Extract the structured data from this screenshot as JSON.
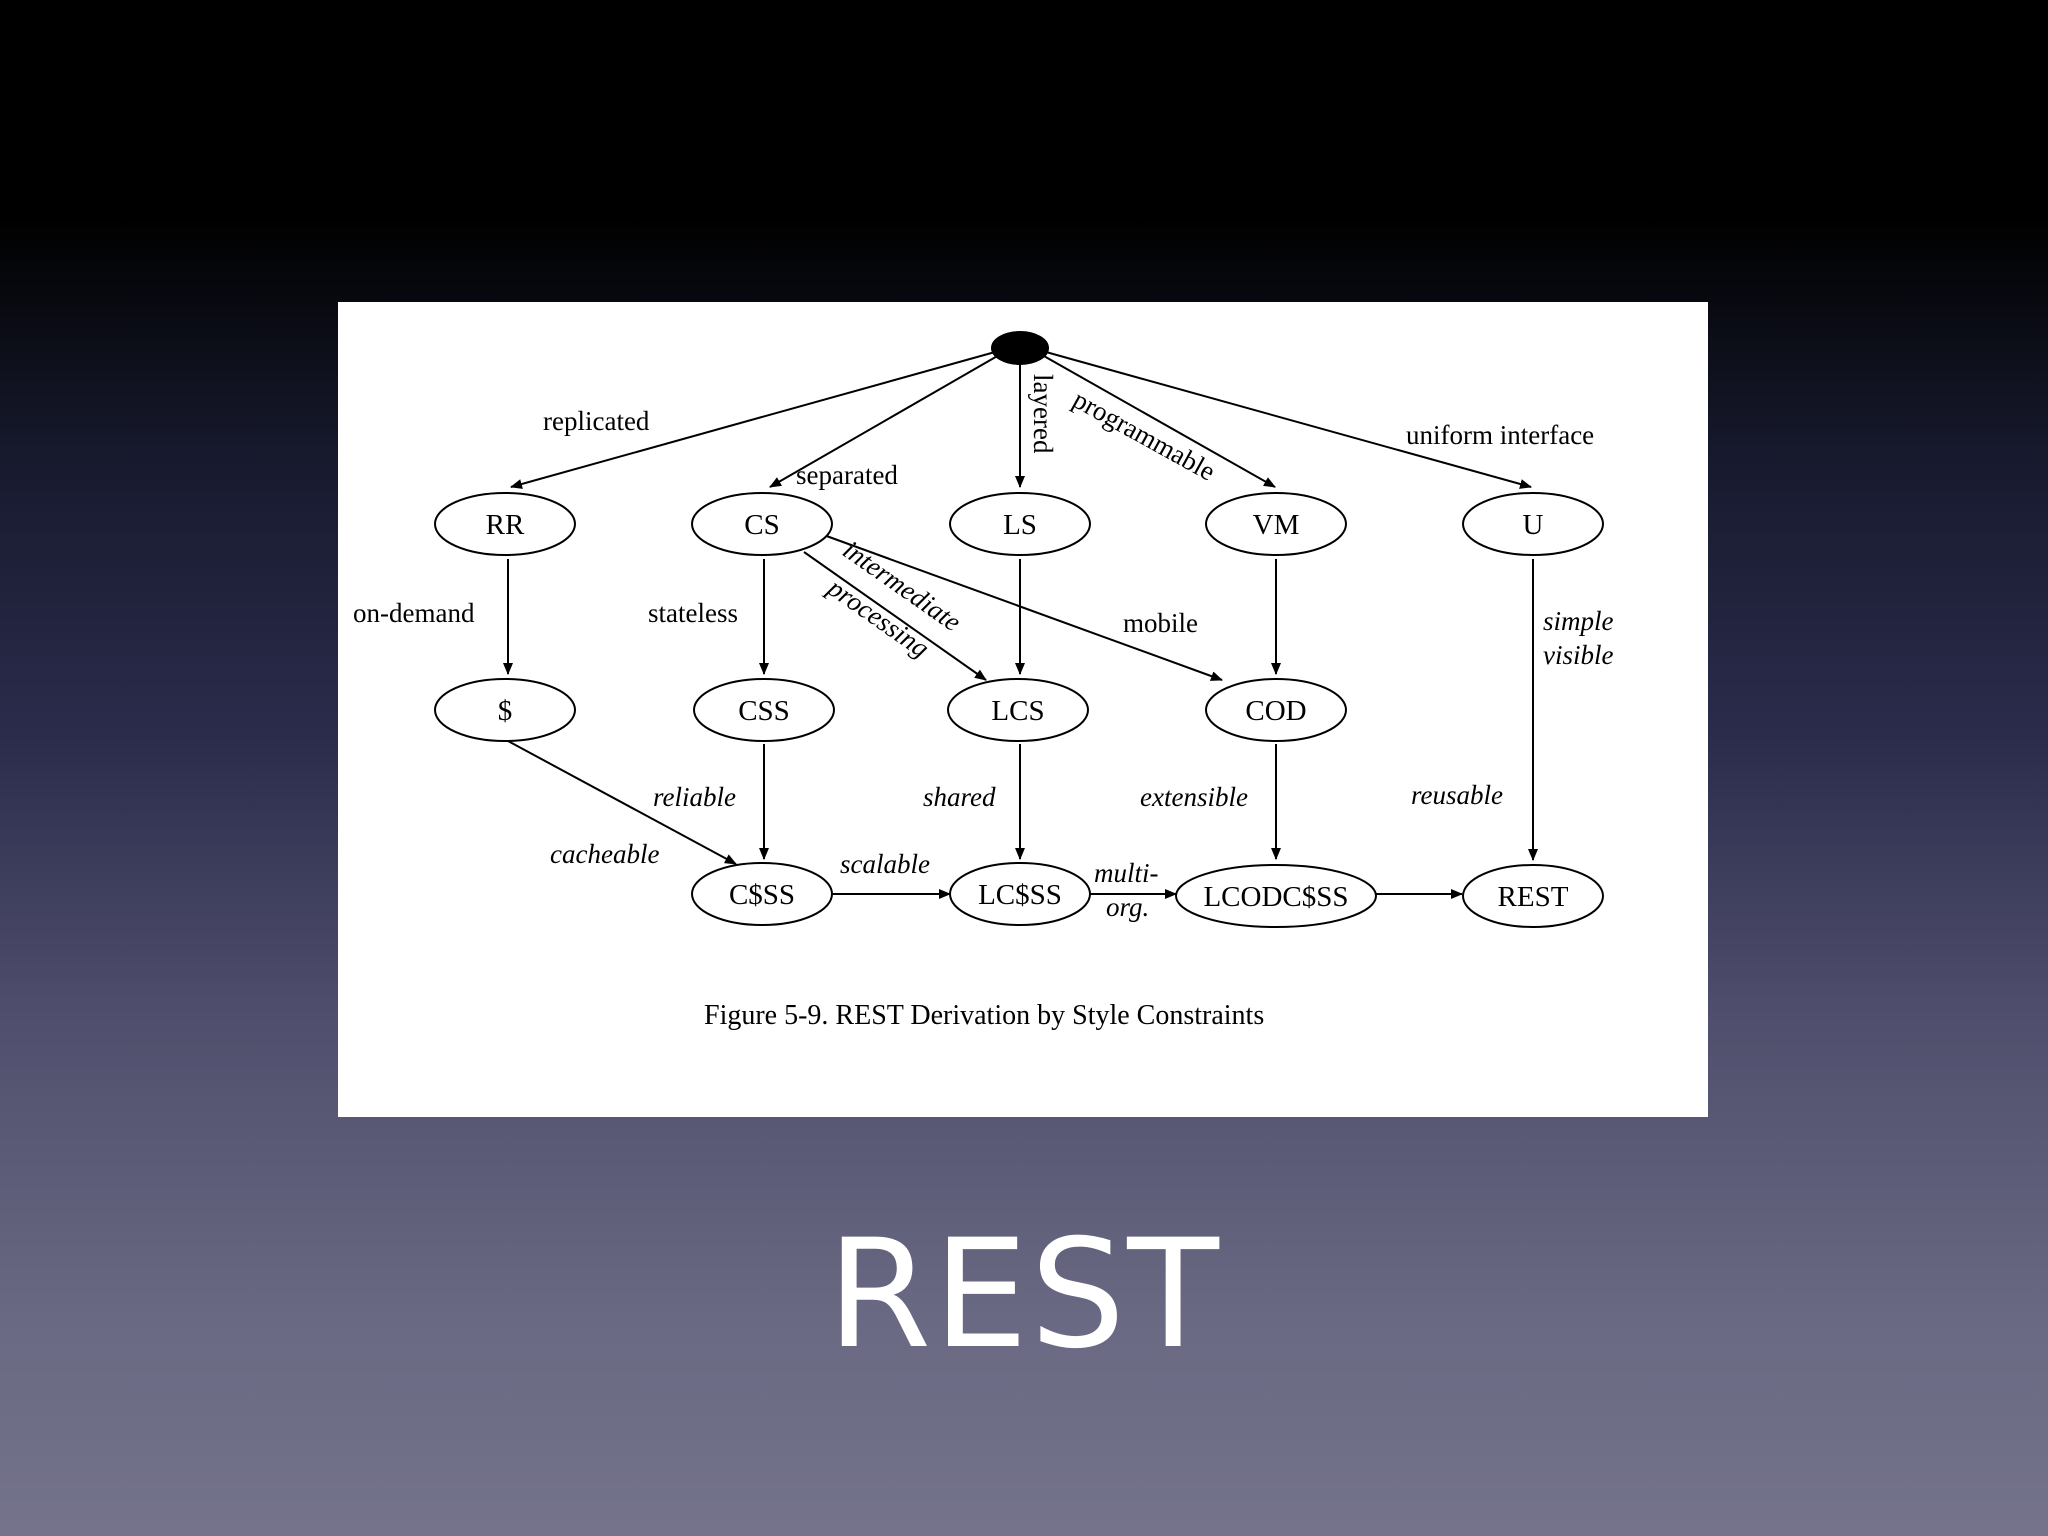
{
  "slide": {
    "title": "REST"
  },
  "figure": {
    "caption": "Figure 5-9. REST Derivation by Style Constraints",
    "nodes": {
      "root": "",
      "rr": "RR",
      "cs": "CS",
      "ls": "LS",
      "vm": "VM",
      "u": "U",
      "cache": "$",
      "css": "CSS",
      "lcs": "LCS",
      "cod": "COD",
      "c_ss": "C$SS",
      "lc_ss": "LC$SS",
      "lcodc_ss": "LCODC$SS",
      "rest": "REST"
    },
    "edges": {
      "replicated": "replicated",
      "separated": "separated",
      "layered": "layered",
      "programmable": "programmable",
      "uniform_interface": "uniform interface",
      "on_demand": "on-demand",
      "stateless": "stateless",
      "intermediate": "intermediate",
      "processing": "processing",
      "mobile": "mobile",
      "simple": "simple",
      "visible": "visible",
      "reliable": "reliable",
      "shared": "shared",
      "extensible": "extensible",
      "reusable": "reusable",
      "cacheable": "cacheable",
      "scalable": "scalable",
      "multi": "multi-",
      "org": "org."
    }
  },
  "colors": {
    "figure_background": "#ffffff",
    "ink": "#000000",
    "title_text": "#ffffff"
  }
}
